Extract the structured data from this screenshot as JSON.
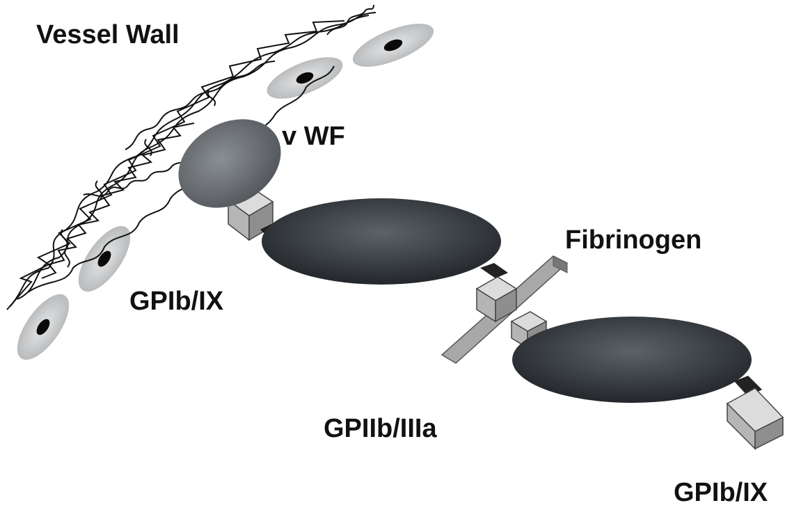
{
  "labels": {
    "vessel_wall": "Vessel Wall",
    "vwf": "v WF",
    "fibrinogen": "Fibrinogen",
    "gpib_ix_left": "GPIb/IX",
    "gpiib_iiia": "GPIIb/IIIa",
    "gpib_ix_right": "GPIb/IX"
  },
  "colors": {
    "background": "#ffffff",
    "text": "#111111",
    "platelet_dark": "#2b2f33",
    "platelet_light": "#5c6268",
    "vwf_disc": "#6b7075",
    "cell_disc": "#c9cbcd",
    "cell_nucleus": "#0a0a0a",
    "fiber": "#111111",
    "cube_top": "#d8d8d8",
    "cube_side": "#9a9a9a",
    "fibrinogen_bar": "#b0b0b0"
  }
}
